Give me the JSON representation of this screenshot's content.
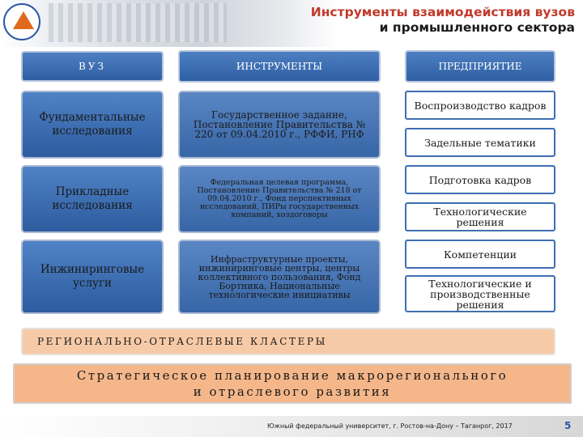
{
  "header": {
    "title_line1": "Инструменты взаимодействия вузов",
    "title_line2": "и промышленного сектора"
  },
  "columns": {
    "university": "ВУЗ",
    "tools": "ИНСТРУМЕНТЫ",
    "enterprise": "ПРЕДПРИЯТИЕ"
  },
  "rows": [
    {
      "left": "Фундаментальные исследования",
      "tools": "Государственное задание, Постановление Правительства № 220 от 09.04.2010 г., РФФИ, РНФ",
      "outcomes": [
        "Воспроизводство кадров",
        "Задельные тематики"
      ]
    },
    {
      "left": "Прикладные исследования",
      "tools": "Федеральная целевая программа, Постановление Правительства № 218 от 09.04.2010 г., Фонд перспективных исследований, ПИРы государственных компаний, хоздоговоры",
      "outcomes": [
        "Подготовка кадров",
        "Технологические решения"
      ]
    },
    {
      "left": "Инжиниринговые услуги",
      "tools": "Инфраструктурные проекты, инжиниринговые центры, центры коллективного пользования, Фонд Бортника, Национальные технологические инициативы",
      "outcomes": [
        "Компетенции",
        "Технологические и производственные решения"
      ]
    }
  ],
  "clusters_label": "РЕГИОНАЛЬНО-ОТРАСЛЕВЫЕ КЛАСТЕРЫ",
  "strategy_line1": "Стратегическое планирование макрорегионального",
  "strategy_line2": "и отраслевого развития",
  "footer": "Южный федеральный университет, г. Ростов-на-Дону – Таганрог, 2017",
  "page_number": "5",
  "colors": {
    "accent_blue": "#2f5fa3",
    "title_red": "#c0392b",
    "cluster_bg": "#f7caa7",
    "strategy_bg": "#f5b78a"
  }
}
